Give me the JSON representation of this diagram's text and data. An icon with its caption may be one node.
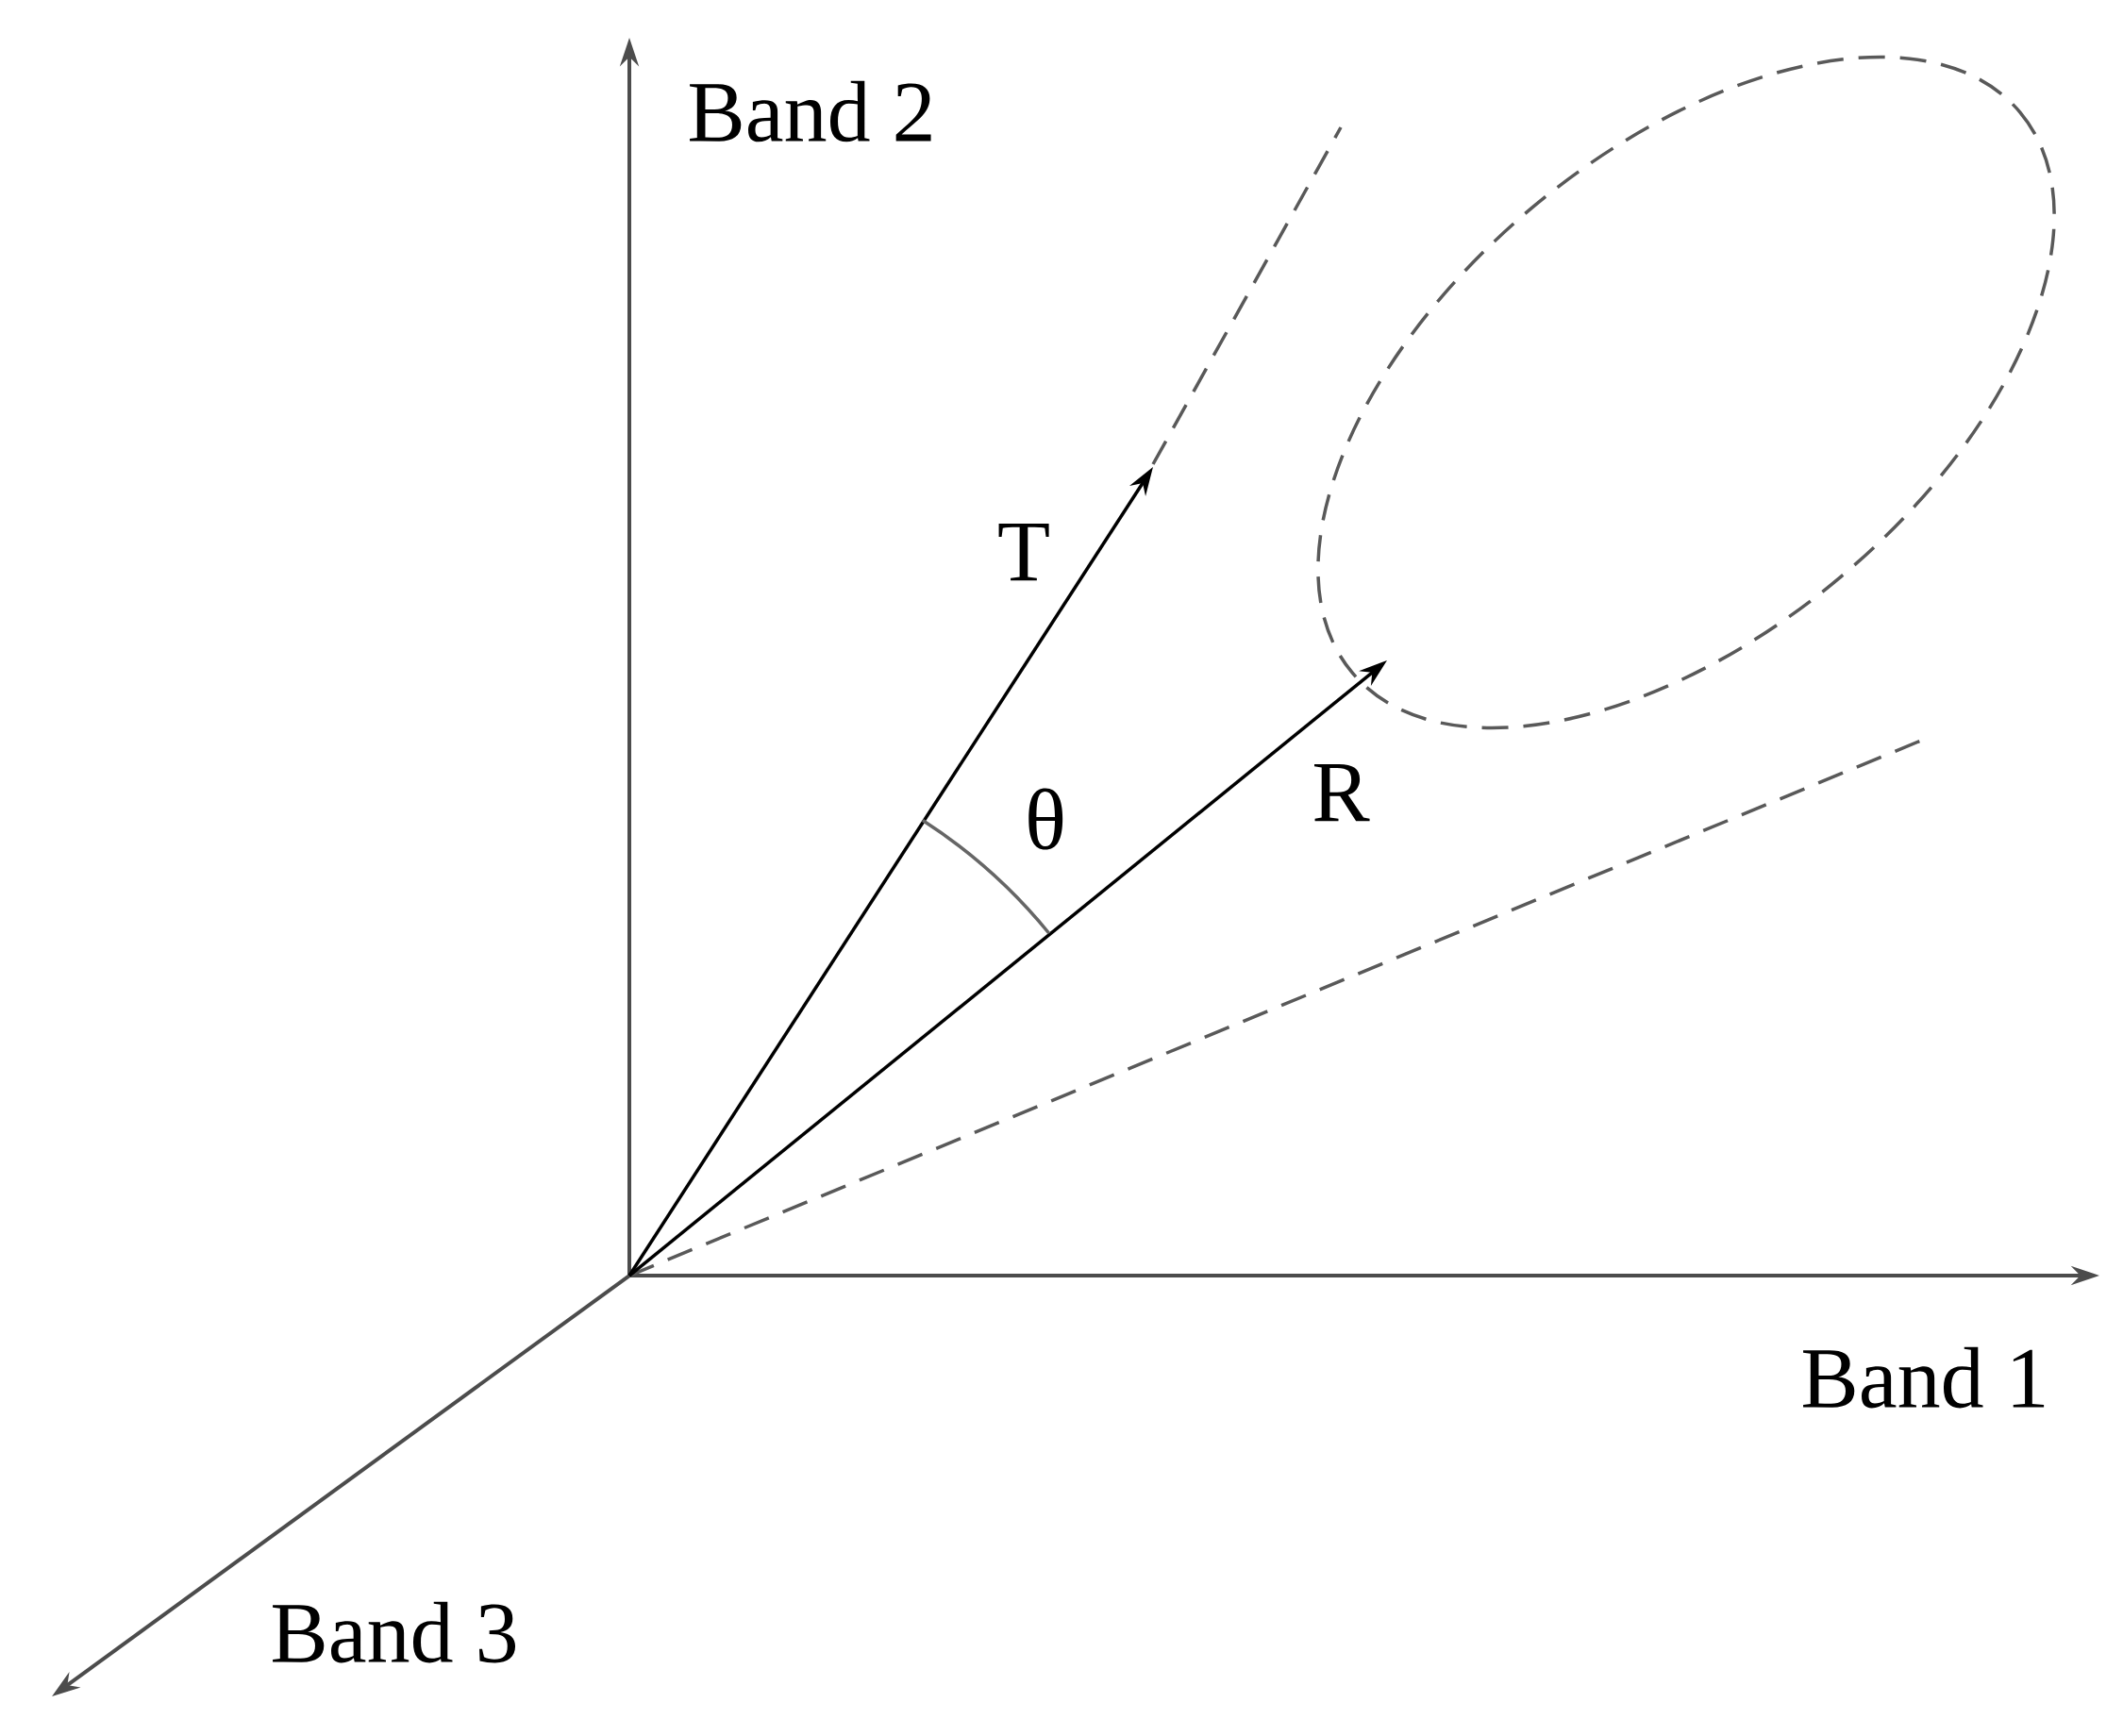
{
  "diagram": {
    "labels": [
      "Band 2",
      "T",
      "θ",
      "R",
      "Band 1",
      "Band 3"
    ]
  }
}
